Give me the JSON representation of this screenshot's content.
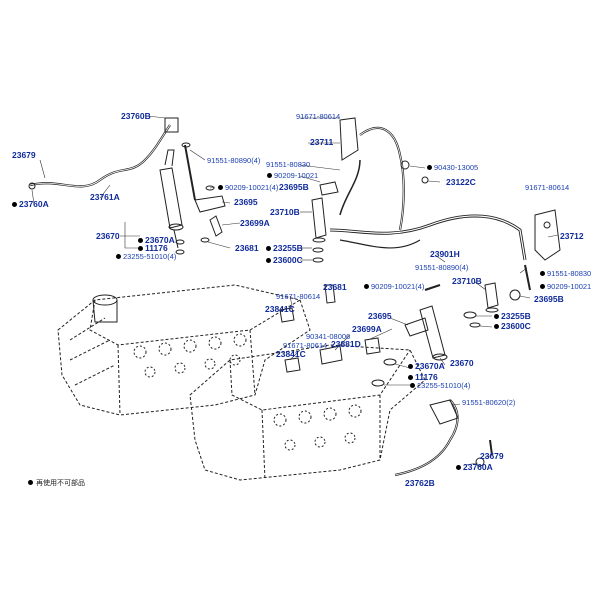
{
  "parts": {
    "p23760b_l": "23760B",
    "p91671_a": "91671-80614",
    "p23711": "23711",
    "p23679_l": "23679",
    "p91551_80890_4": "91551-80890(4)",
    "p91551_80830_a": "91551-80830",
    "p90430": "90430-13005",
    "p90209_10021_a": "90209-10021",
    "p23122c": "23122C",
    "p90209_10021_4a": "90209-10021(4)",
    "p23695b_a": "23695B",
    "p91671_b": "91671-80614",
    "p23761a": "23761A",
    "p23695_a": "23695",
    "p23760a_l": "23760A",
    "p23710b_a": "23710B",
    "p23699a_a": "23699A",
    "p23712": "23712",
    "p23670_l": "23670",
    "p23670a_l": "23670A",
    "p11176_l": "11176",
    "p23681_a": "23681",
    "p23255b_a": "23255B",
    "p23255_51010_4a": "23255-51010(4)",
    "p23600c_a": "23600C",
    "p23901h": "23901H",
    "p91551_80890_4b": "91551-80890(4)",
    "p91551_80830_b": "91551-80830",
    "p90209_10021_b": "90209-10021",
    "p90209_10021_4b": "90209-10021(4)",
    "p23710b_b": "23710B",
    "p23681_b": "23681",
    "p91671_c": "91671-80614",
    "p23695b_b": "23695B",
    "p23841c_a": "23841C",
    "p23695_b": "23695",
    "p23255b_b": "23255B",
    "p90341": "90341-08006",
    "p23600c_b": "23600C",
    "p23699a_b": "23699A",
    "p91671_d": "91671-80614",
    "p23881d": "23881D",
    "p23841c_b": "23841C",
    "p23670a_r": "23670A",
    "p11176_r": "11176",
    "p23670_r": "23670",
    "p23255_51010_4b": "23255-51010(4)",
    "p91551_80620_2": "91551-80620(2)",
    "p23679_r": "23679",
    "p23760a_r": "23760A",
    "p23762b": "23762B"
  },
  "legend": {
    "note": "再使用不可部品"
  }
}
